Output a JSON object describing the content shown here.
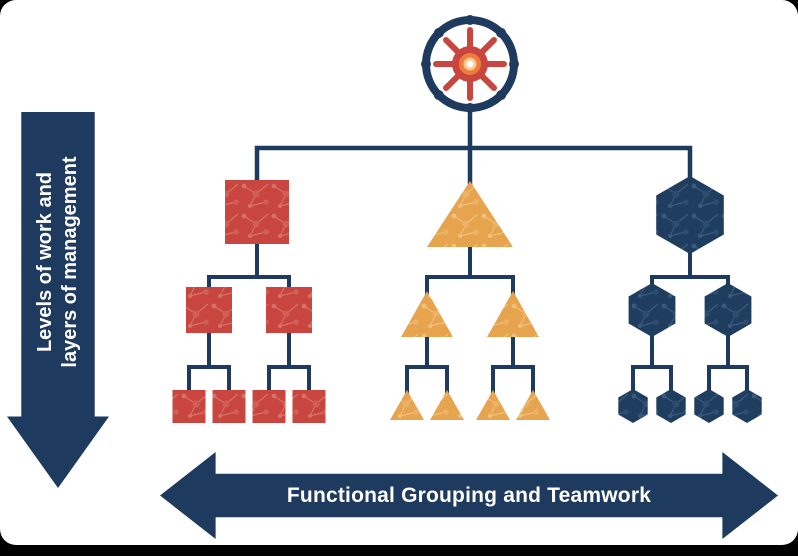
{
  "diagram": {
    "left_arrow": {
      "label_line1": "Levels of work and",
      "label_line2": "layers of management"
    },
    "bottom_arrow": {
      "label": "Functional Grouping and Teamwork"
    },
    "hub_icon": "network-hub-icon",
    "colors": {
      "navy": "#1e3a5f",
      "red": "#c8463f",
      "amber": "#e7a44e",
      "background": "#ffffff"
    },
    "branches": [
      {
        "name": "left",
        "shape": "square",
        "color": "#c8463f",
        "levels": [
          1,
          2,
          4
        ]
      },
      {
        "name": "middle",
        "shape": "triangle",
        "color": "#e7a44e",
        "levels": [
          1,
          2,
          4
        ]
      },
      {
        "name": "right",
        "shape": "hexagon",
        "color": "#1e3a5f",
        "levels": [
          1,
          2,
          4
        ]
      }
    ]
  }
}
